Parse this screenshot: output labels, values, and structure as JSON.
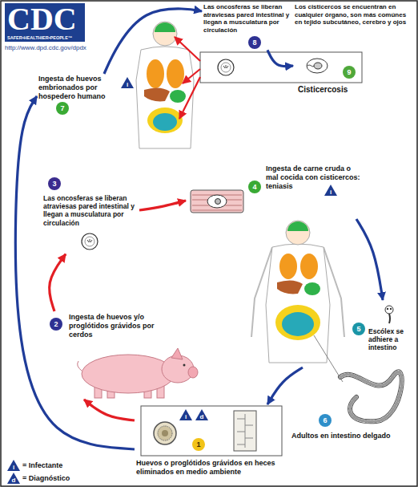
{
  "diagram": {
    "nodes": [
      {
        "text": [
          "Ingesta de huevos embrionados por hospedero humano",
          "7"
        ]
      },
      {
        "text": [
          "Las oncosferas se liberan atraviesas pared intestinal y llegan a musculatura por circulación",
          "8"
        ]
      },
      {
        "text": [
          "Los cisticercos se encuentran en cualquier órgano, son más comúnes en tejido subcutáneo, cerebro y ojos",
          "9"
        ]
      },
      {
        "text": [
          "Las oncosferas se liberan atraviesas pared intestinal y llegan a musculatura por circulación",
          "3"
        ]
      },
      {
        "text": [
          "Ingesta de carne cruda o mal cocida con cisticercos: teniasis",
          "4"
        ]
      },
      {
        "text": [
          "Ingesta de huevos y/o proglótidos grávidos por cerdos",
          "2"
        ]
      },
      {
        "text": [
          "Escólex se adhiere a intestino",
          "5"
        ]
      },
      {
        "text": [
          "Adultos en intestino delgado",
          "6"
        ]
      },
      {
        "text": [
          "Huevos o proglótidos grávidos en heces eliminados en medio ambiente",
          "1"
        ]
      }
    ],
    "edges": [
      {
        "from": 0,
        "to": 1,
        "arrow": "to"
      },
      {
        "from": 1,
        "to": 2,
        "arrow": "to"
      },
      {
        "from": 3,
        "to": 4,
        "arrow": "to"
      },
      {
        "from": 4,
        "to": 6,
        "arrow": "to"
      },
      {
        "from": 7,
        "to": 8,
        "arrow": "to"
      },
      {
        "from": 8,
        "to": 5,
        "arrow": "to"
      },
      {
        "from": 5,
        "to": 3,
        "arrow": "to"
      },
      {
        "from": 8,
        "to": 0,
        "arrow": "to"
      }
    ],
    "labels": [
      "CDC",
      "SAFER•HEALTHIER•PEOPLE™",
      "http://www.dpd.cdc.gov/dpdx",
      "i",
      "Cisticercosis",
      "i",
      "i",
      "d",
      "i",
      "d"
    ],
    "legend": [
      {
        "text": "= Infectante"
      },
      {
        "text": "= Diagnóstico"
      }
    ]
  }
}
